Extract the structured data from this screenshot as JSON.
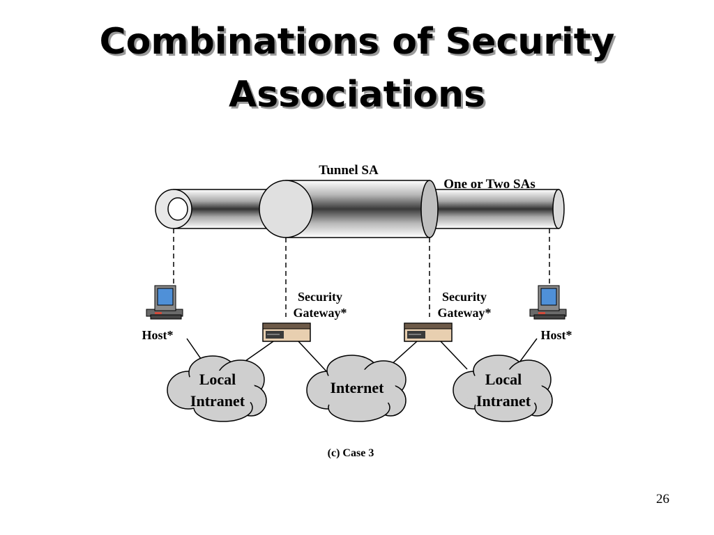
{
  "slide": {
    "title_line1": "Combinations of Security",
    "title_line2": "Associations",
    "page_number": "26"
  },
  "diagram": {
    "tunnel_label": "Tunnel SA",
    "inner_label": "One or Two SAs",
    "caption": "(c) Case 3",
    "left_host": "Host*",
    "right_host": "Host*",
    "left_gateway": [
      "Security",
      "Gateway*"
    ],
    "right_gateway": [
      "Security",
      "Gateway*"
    ],
    "left_cloud": [
      "Local",
      "Intranet"
    ],
    "center_cloud": [
      "Internet"
    ],
    "right_cloud": [
      "Local",
      "Intranet"
    ]
  },
  "colors": {
    "monitor_screen": "#4f90d8",
    "cloud_fill": "#cfcfcf",
    "gateway_body": "#e8cfb0"
  },
  "icons": [
    "host-computer-icon",
    "security-gateway-icon",
    "cloud-icon",
    "tunnel-pipe-icon"
  ]
}
